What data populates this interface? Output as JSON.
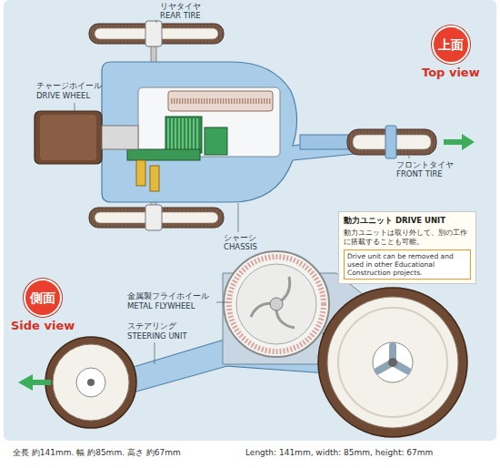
{
  "diagram": {
    "nodes": [
      {
        "text": [
          "上面",
          "Top view"
        ]
      },
      {
        "text": [
          "動力ユニット DRIVE UNIT",
          "動力ユニットは取り外して、別の工作に搭載することも可能。",
          "Drive unit can be removed and used in other Educational Construction projects."
        ]
      },
      {
        "text": [
          "側面",
          "Side view"
        ]
      }
    ],
    "labels": [
      "リヤタイヤ",
      "REAR TIRE",
      "チャージホイール",
      "DRIVE WHEEL",
      "フロントタイヤ",
      "FRONT TIRE",
      "シャーシ",
      "CHASSIS",
      "金属製フライホイール",
      "METAL FLYWHEEL",
      "ステアリング",
      "STEERING UNIT",
      "全長 約141mm. 幅 約85mm. 高さ 約67mm",
      "Length: 141mm, width: 85mm, height: 67mm"
    ]
  }
}
